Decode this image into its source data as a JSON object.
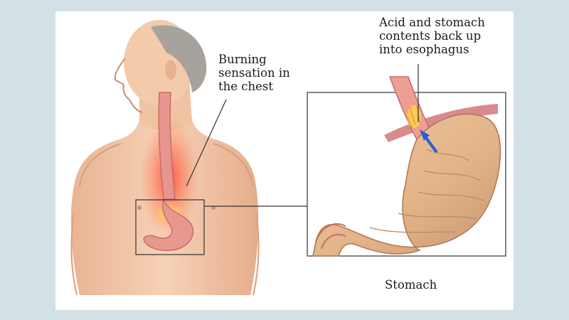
{
  "labels": {
    "burning": {
      "lines": [
        "Burning",
        "sensation in",
        "the chest"
      ]
    },
    "acid": {
      "lines": [
        "Acid and stomach",
        "contents back up",
        "into esophagus"
      ]
    },
    "stomach": "Stomach"
  },
  "colors": {
    "page_background": "#d3e0e6",
    "panel_background": "#ffffff",
    "skin": "#f2c8a8",
    "esophagus": "#e8958f",
    "stomach_wall": "#e4b48f",
    "heat_glow": "#ff5a3c",
    "acid_highlight": "#ffd84a",
    "acid_arrow": "#2a5fcf"
  },
  "icons": {
    "reflux_arrow": "blue-arrow-icon"
  }
}
